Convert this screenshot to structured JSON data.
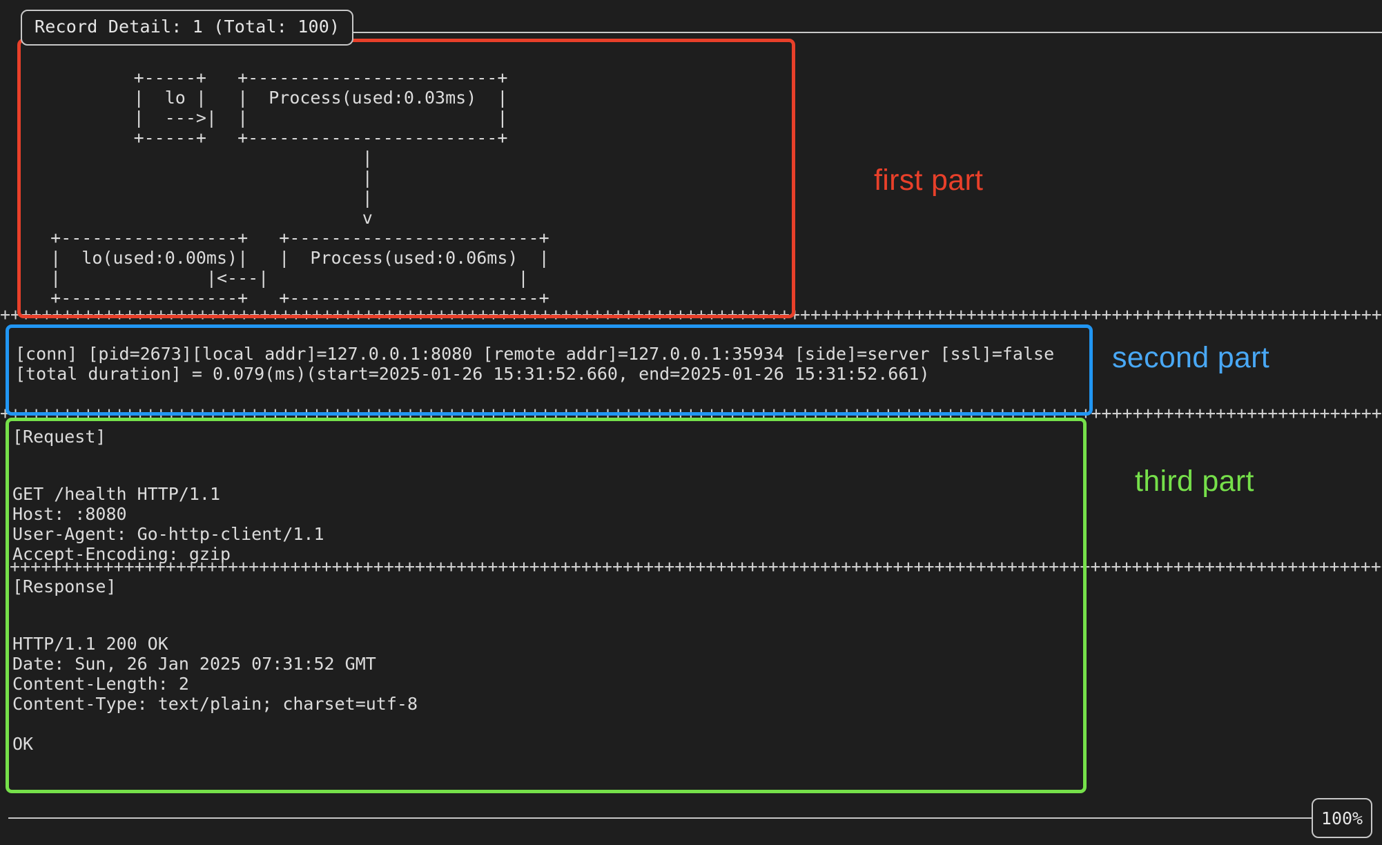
{
  "header": {
    "title": "Record Detail: 1 (Total: 100)"
  },
  "annotations": {
    "first": "first part",
    "second": "second part",
    "third": "third part",
    "colors": {
      "first": "#e8402a",
      "second": "#49a8f5",
      "third": "#76e04a"
    }
  },
  "diagram": {
    "type": "ascii-flow",
    "nodes": [
      {
        "id": "lo-top",
        "label": "lo"
      },
      {
        "id": "process-top",
        "label": "Process(used:0.03ms)"
      },
      {
        "id": "lo-bottom",
        "label": "lo(used:0.00ms)"
      },
      {
        "id": "process-bottom",
        "label": "Process(used:0.06ms)"
      }
    ],
    "edges": [
      {
        "from": "lo-top",
        "to": "process-top",
        "glyph": "--->"
      },
      {
        "from": "process-top",
        "to": "process-bottom",
        "glyph": "v"
      },
      {
        "from": "process-bottom",
        "to": "lo-bottom",
        "glyph": "<---"
      }
    ],
    "art": "           +-----+   +------------------------+\n           |  lo |   |  Process(used:0.03ms)  |\n           |  --->|  |                        |\n           +-----+   +------------------------+\n                                 |\n                                 |\n                                 |\n                                 v\n   +-----------------+   +------------------------+\n   |  lo(used:0.00ms)|   |  Process(used:0.06ms)  |\n   |              |<---|                        |\n   +-----------------+   +------------------------+"
  },
  "connection": {
    "line1": "[conn] [pid=2673][local addr]=127.0.0.1:8080 [remote addr]=127.0.0.1:35934 [side]=server [ssl]=false",
    "line2": "[total duration] = 0.079(ms)(start=2025-01-26 15:31:52.660, end=2025-01-26 15:31:52.661)",
    "pid": "2673",
    "local_addr": "127.0.0.1:8080",
    "remote_addr": "127.0.0.1:35934",
    "side": "server",
    "ssl": "false",
    "total_duration_ms": "0.079",
    "start": "2025-01-26 15:31:52.660",
    "end": "2025-01-26 15:31:52.661"
  },
  "request": {
    "heading": "[Request]",
    "body": "GET /health HTTP/1.1\nHost: :8080\nUser-Agent: Go-http-client/1.1\nAccept-Encoding: gzip",
    "method": "GET",
    "path": "/health",
    "version": "HTTP/1.1",
    "headers": [
      {
        "name": "Host",
        "value": ":8080"
      },
      {
        "name": "User-Agent",
        "value": "Go-http-client/1.1"
      },
      {
        "name": "Accept-Encoding",
        "value": "gzip"
      }
    ]
  },
  "response": {
    "heading": "[Response]",
    "body": "HTTP/1.1 200 OK\nDate: Sun, 26 Jan 2025 07:31:52 GMT\nContent-Length: 2\nContent-Type: text/plain; charset=utf-8\n\nOK",
    "status_line": "HTTP/1.1 200 OK",
    "status_code": "200",
    "headers": [
      {
        "name": "Date",
        "value": "Sun, 26 Jan 2025 07:31:52 GMT"
      },
      {
        "name": "Content-Length",
        "value": "2"
      },
      {
        "name": "Content-Type",
        "value": "text/plain; charset=utf-8"
      }
    ],
    "payload": "OK"
  },
  "separators": {
    "glyph": "+",
    "row": "++++++++++++++++++++++++++++++++++++++++++++++++++++++++++++++++++++++++++++++++++++++++++++++++++++++++++++++++++++++++++++++++++++++++++++++++++++++++++++++++++++++++++++++++++++++++++++++++++++++++++++++++++++++++++++++++++++++++++++++++++++++++++++++++++++++++++++++"
  },
  "statusbar": {
    "zoom": "100%"
  }
}
